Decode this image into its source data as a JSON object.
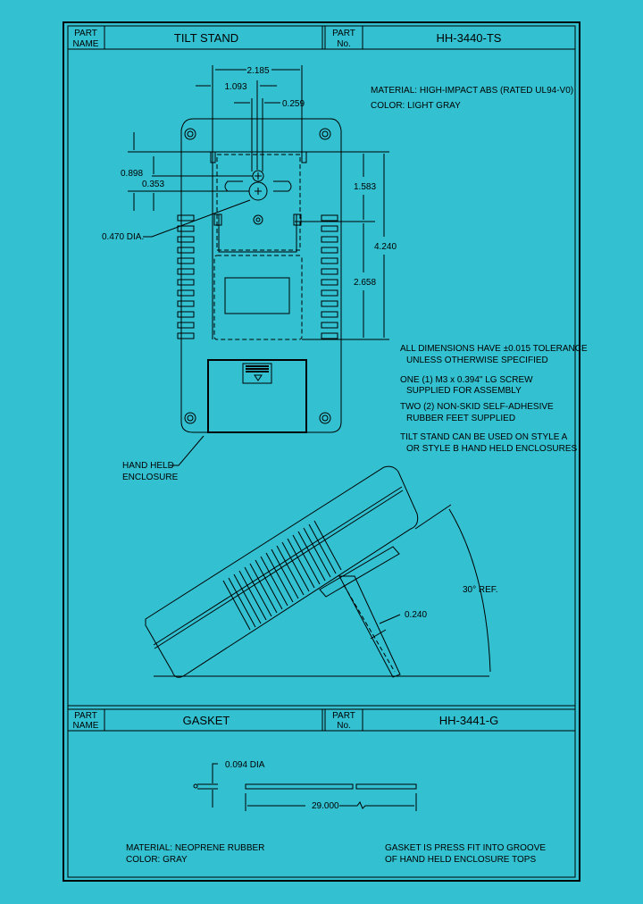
{
  "colors": {
    "background": "#33c1d1",
    "ink": "#000000"
  },
  "sections": [
    {
      "title_block": {
        "part_name_label_1": "PART",
        "part_name_label_2": "NAME",
        "part_name": "TILT STAND",
        "part_no_label_1": "PART",
        "part_no_label_2": "No.",
        "part_no": "HH-3440-TS"
      },
      "material_notes": [
        "MATERIAL: HIGH-IMPACT ABS (RATED UL94-V0)",
        "COLOR: LIGHT GRAY"
      ],
      "dimensions": {
        "overall_width": "2.185",
        "half_width": "1.093",
        "slot_width": "0.259",
        "dim_0898": "0.898",
        "dim_0353": "0.353",
        "hole_dia": "0.470 DIA.",
        "upper_height": "1.583",
        "lower_height": "2.658",
        "total_height": "4.240",
        "stand_thickness": "0.240",
        "angle": "30° REF."
      },
      "notes": [
        [
          "ALL DIMENSIONS HAVE ±0.015 TOLERANCE",
          "UNLESS OTHERWISE SPECIFIED"
        ],
        [
          "ONE (1) M3 x 0.394\" LG SCREW",
          "SUPPLIED FOR ASSEMBLY"
        ],
        [
          "TWO (2) NON-SKID SELF-ADHESIVE",
          "RUBBER FEET SUPPLIED"
        ],
        [
          "TILT STAND CAN BE USED ON STYLE A",
          "OR STYLE B HAND HELD ENCLOSURES"
        ]
      ],
      "callout_enclosure": [
        "HAND HELD",
        "ENCLOSURE"
      ]
    },
    {
      "title_block": {
        "part_name_label_1": "PART",
        "part_name_label_2": "NAME",
        "part_name": "GASKET",
        "part_no_label_1": "PART",
        "part_no_label_2": "No.",
        "part_no": "HH-3441-G"
      },
      "dimensions": {
        "diameter": "0.094 DIA",
        "length": "29.000"
      },
      "material_notes": [
        "MATERIAL: NEOPRENE RUBBER",
        "COLOR: GRAY"
      ],
      "notes": [
        "GASKET IS PRESS FIT INTO GROOVE",
        "OF HAND HELD ENCLOSURE TOPS"
      ]
    }
  ]
}
